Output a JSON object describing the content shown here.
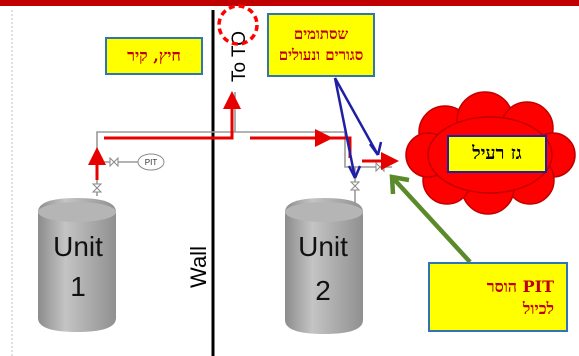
{
  "to_label": "To TO",
  "wall_label": "Wall",
  "unit1": {
    "line1": "Unit",
    "line2": "1"
  },
  "unit2": {
    "line1": "Unit",
    "line2": "2"
  },
  "pit_label": "PIT",
  "callouts": {
    "closed_valves": {
      "line1": "שסתומים",
      "line2": "סגורים ונעולים"
    },
    "outside_wall": "חיץ, קיר",
    "toxic_gas": "גז רעיל",
    "pit_removed": {
      "line1": "PIT הוסר",
      "line2": "לכיול"
    }
  },
  "colors": {
    "top_bar": "#c00000",
    "pipe_red": "#e60000",
    "highlight_circle": "#ff0000",
    "callout_fill": "#ffff00",
    "callout_border": "#2e75b6",
    "callout_text": "#c00000",
    "cloud_fill": "#ff0000",
    "arrow_blue": "#1f1fa6",
    "arrow_green": "#5a8a2a",
    "tank_gray": "#a6a6a6"
  }
}
